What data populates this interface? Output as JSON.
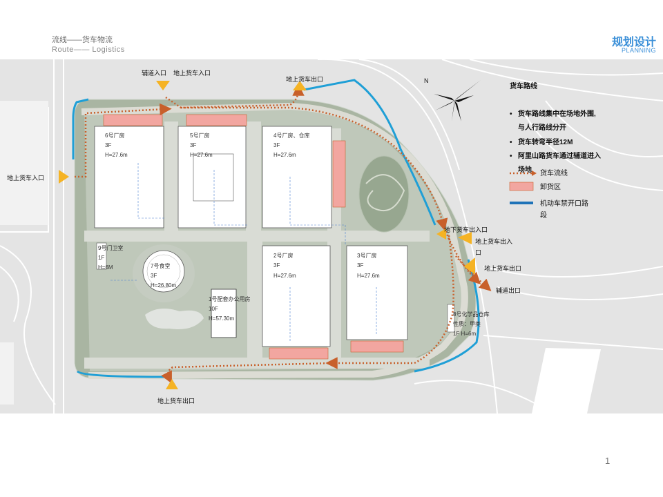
{
  "header": {
    "section_cn": "流线——货车物流",
    "section_en": "Route—— Logistics",
    "title_cn": "规划设计",
    "title_en": "PLANNING"
  },
  "entrances": {
    "aux_entry": "辅道入口",
    "ground_truck_entry_top": "地上货车入口",
    "ground_truck_exit_top": "地上货车出口",
    "ground_truck_entry_left": "地上货车入口",
    "underground_truck_entry_exit": "地下货车出入口",
    "ground_truck_entry_exit_line1": "地上货车出入",
    "ground_truck_entry_exit_line2": "口",
    "ground_truck_exit_right": "地上货车出口",
    "aux_exit": "辅道出口",
    "ground_truck_exit_bottom": "地上货车出口"
  },
  "buildings": {
    "b6": {
      "name": "6号厂房",
      "floors": "3F",
      "height": "H=27.6m"
    },
    "b5": {
      "name": "5号厂房",
      "floors": "3F",
      "height": "H=27.6m"
    },
    "b4": {
      "name": "4号厂房、仓库",
      "floors": "3F",
      "height": "H=27.6m"
    },
    "b2": {
      "name": "2号厂房",
      "floors": "3F",
      "height": "H=27.6m"
    },
    "b3": {
      "name": "3号厂房",
      "floors": "3F",
      "height": "H=27.6m"
    },
    "b7": {
      "name": "7号食堂",
      "floors": "3F",
      "height": "H=26.80m"
    },
    "b9": {
      "name": "9号门卫室",
      "floors": "1F",
      "height": "H=6M"
    },
    "b1": {
      "name": "1号配套办公用房",
      "floors": "10F",
      "height": "H=57.30m"
    },
    "b8": {
      "name": "8号化学品仓库",
      "nature": "性质：甲类",
      "floors_height": "1F H=6m"
    }
  },
  "legend": {
    "title": "货车路线",
    "bullets": [
      {
        "line1": "货车路线集中在场地外围,",
        "line2": "与人行路线分开"
      },
      {
        "line1": "货车转弯半径12M",
        "line2": ""
      },
      {
        "line1": "阿里山路货车通过辅道进入",
        "line2": "场地"
      }
    ],
    "items": [
      {
        "label": "货车流线",
        "symbol": "dotted-arrow-line",
        "color": "#c8602b"
      },
      {
        "label": "卸货区",
        "symbol": "rectangle",
        "color": "#f2a6a0"
      },
      {
        "label_line1": "机动车禁开口路",
        "label_line2": "段",
        "symbol": "thick-line",
        "color": "#1f73b8"
      }
    ]
  },
  "colors": {
    "truck_route": "#c8602b",
    "unloading_area": "#f2a6a0",
    "no_opening_road": "#1f9fd6",
    "entrance_marker": "#f5b324",
    "green": "#aebaa7",
    "building": "#ffffff"
  },
  "icons": {
    "north_arrow": "north-arrow-icon"
  },
  "page_number": "1"
}
